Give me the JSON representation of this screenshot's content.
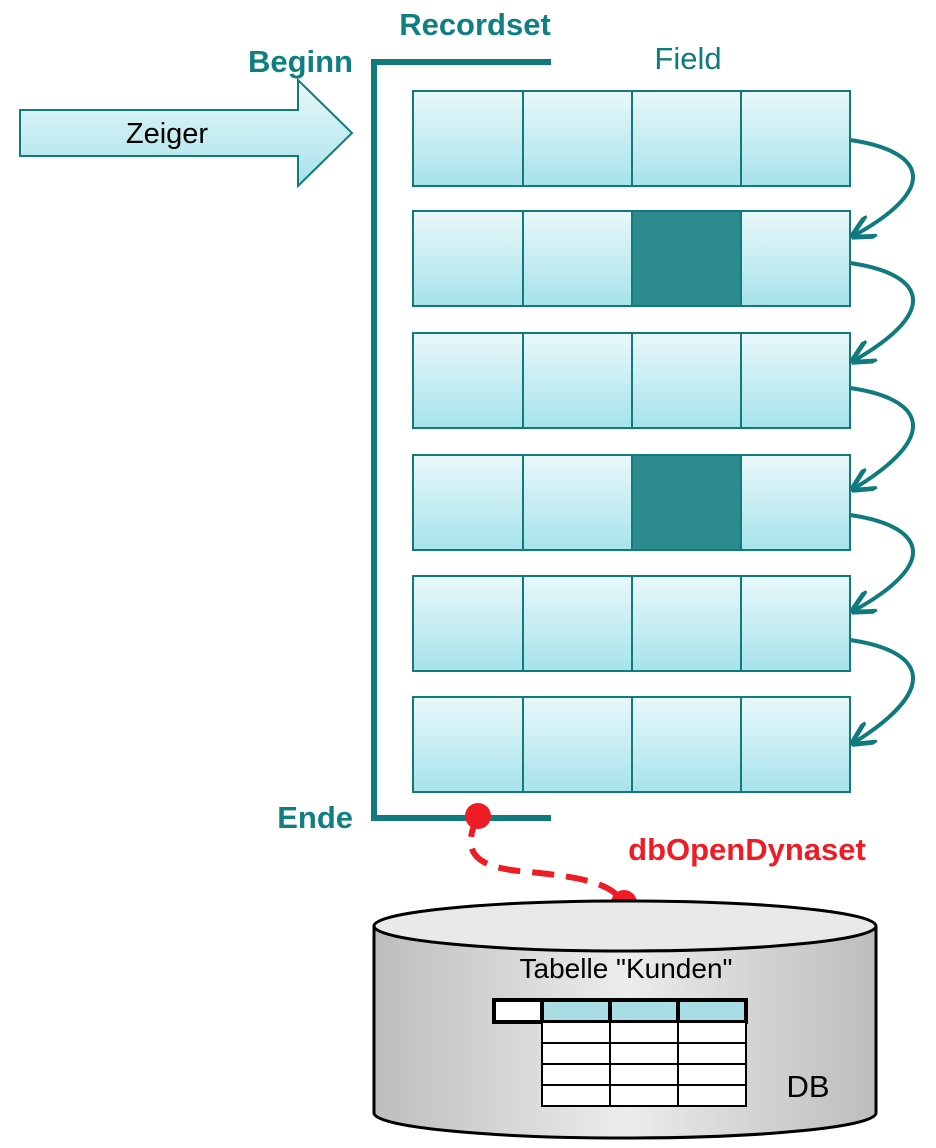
{
  "labels": {
    "recordset": "Recordset",
    "field": "Field",
    "beginn": "Beginn",
    "ende": "Ende",
    "pointer": "Zeiger",
    "connection": "dbOpenDynaset",
    "table": "Tabelle \"Kunden\"",
    "db": "DB"
  },
  "recordset": {
    "rows": 6,
    "columns": 4,
    "highlighted_fields": [
      {
        "row": 2,
        "column": 3
      },
      {
        "row": 4,
        "column": 3
      }
    ]
  },
  "colors": {
    "teal": "#117a7c",
    "cell_light": "#cdeff3",
    "cell_dark": "#2b8b8d",
    "red": "#ee1c25",
    "cylinder": "#dcdcdc"
  }
}
